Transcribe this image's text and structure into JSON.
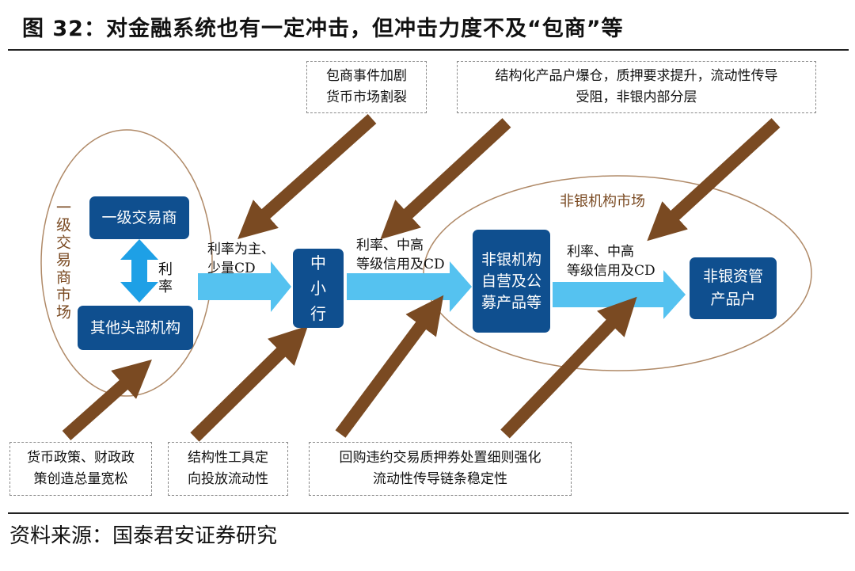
{
  "title": "图 32：对金融系统也有一定冲击，但冲击力度不及“包商”等",
  "source": "资料来源：国泰君安证券研究",
  "notes": {
    "top_left": [
      "包商事件加剧",
      "货币市场割裂"
    ],
    "top_right": [
      "结构化产品户爆仓，质押要求提升，流动性传导",
      "受阻，非银内部分层"
    ],
    "bottom_left": [
      "货币政策、财政政",
      "策创造总量宽松"
    ],
    "bottom_mid": [
      "结构性工具定",
      "向投放流动性"
    ],
    "bottom_right": [
      "回购违约交易质押券处置细则强化",
      "流动性传导链条稳定性"
    ]
  },
  "nodes": {
    "primary_dealer": "一级交易商",
    "other_heads": "其他头部机构",
    "small_banks": "中小行",
    "nonbank_self": "非银机构自营及公募产品等",
    "nonbank_am": "非银资管产品户"
  },
  "regions": {
    "primary_market": "一级交易商市场",
    "nonbank_market": "非银机构市场"
  },
  "flow_labels": {
    "rate_vertical": "利率",
    "flow1": [
      "利率为主、",
      "少量CD"
    ],
    "flow2": [
      "利率、中高",
      "等级信用及CD"
    ],
    "flow3": [
      "利率、中高",
      "等级信用及CD"
    ]
  },
  "colors": {
    "node_fill": "#0f4f8f",
    "flow_arrow": "#55c2f0",
    "impact_arrow": "#7a4a22",
    "region_outline": "#b08a68"
  }
}
